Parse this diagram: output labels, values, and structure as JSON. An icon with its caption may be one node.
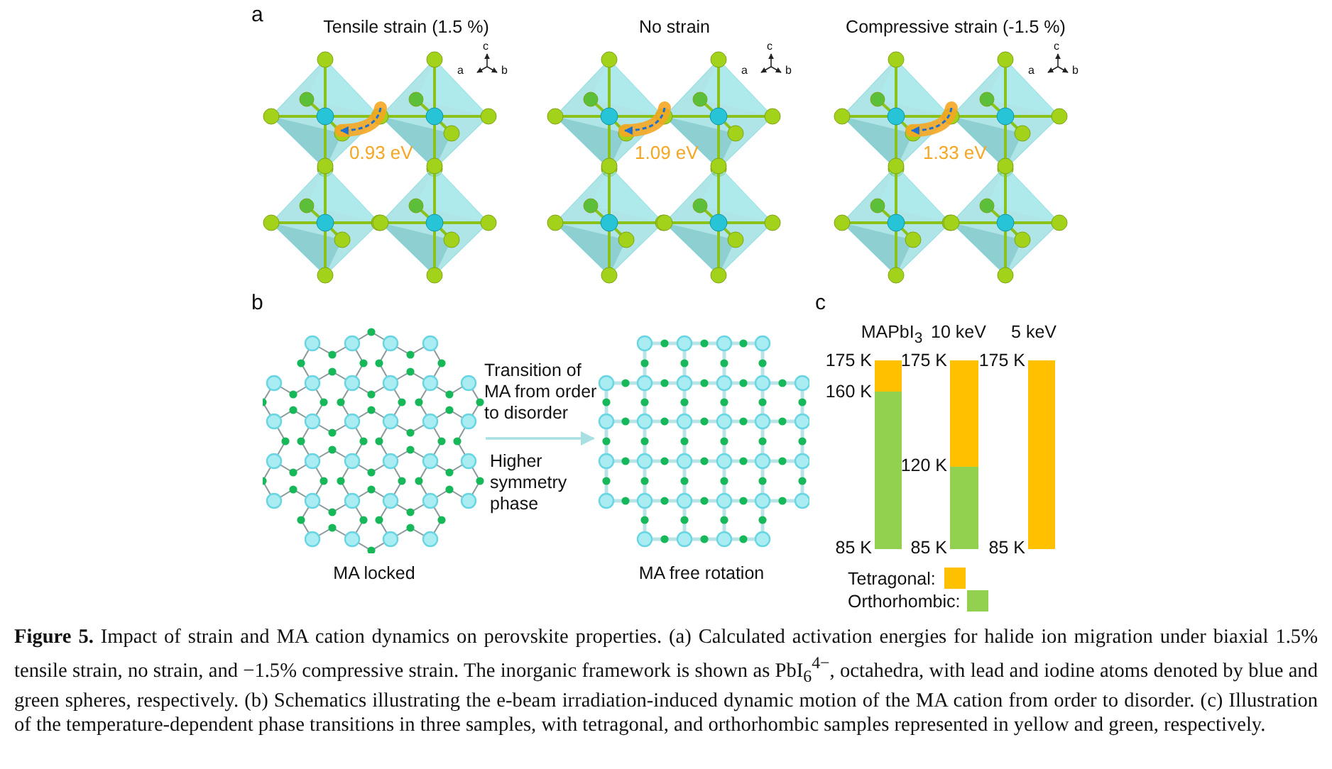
{
  "diagram": {
    "caption": "**Figure 5.** Impact of strain and MA cation dynamics on perovskite properties. (a) Calculated activation energies for halide ion migration under biaxial 1.5% tensile strain, no strain, and −1.5% compressive strain. The inorganic framework is shown as PbI$_{6}$$^{4−}$, octahedra, with lead and iodine atoms denoted by blue and green spheres, respectively. (b) Schematics illustrating the e-beam irradiation-induced dynamic motion of the MA cation from order to disorder. (c) Illustration of the temperature-dependent phase transitions in three samples, with tetragonal, and orthorhombic samples represented in yellow and green, respectively.",
    "nodes": [
      {
        "text": [],
        "shape": "picture",
        "beside": [
          "MA locked"
        ]
      },
      {
        "text": [],
        "shape": "picture",
        "beside": [
          "MA free rotation"
        ]
      },
      {
        "text": [],
        "shape": "bar"
      },
      {
        "text": [],
        "shape": "bar"
      },
      {
        "text": [],
        "shape": "bar"
      },
      {
        "text": [],
        "shape": "bar"
      },
      {
        "text": [],
        "shape": "bar"
      }
    ],
    "edges": [
      {
        "from": 0,
        "to": 1,
        "arrow": "to",
        "label": "Transition of MA from order to disorder"
      }
    ],
    "labels": [
      "a",
      "Tensile strain (1.5 %)",
      "c",
      "a",
      "b",
      "0.93 eV",
      "No strain",
      "c",
      "a",
      "b",
      "1.09 eV",
      "Compressive strain (-1.5 %)",
      "c",
      "a",
      "b",
      "1.33 eV",
      "b",
      "Higher symmetry phase",
      "c",
      "MAPbI$_{3}$",
      "10 keV",
      "5 keV",
      "175 K",
      "175 K",
      "175 K",
      "160 K",
      "120 K",
      "85 K",
      "85 K",
      "85 K"
    ],
    "legend": [
      {
        "text": "Tetragonal:",
        "color": "#ffc000"
      },
      {
        "text": "Orthorhombic:",
        "color": "#92d050"
      }
    ]
  }
}
